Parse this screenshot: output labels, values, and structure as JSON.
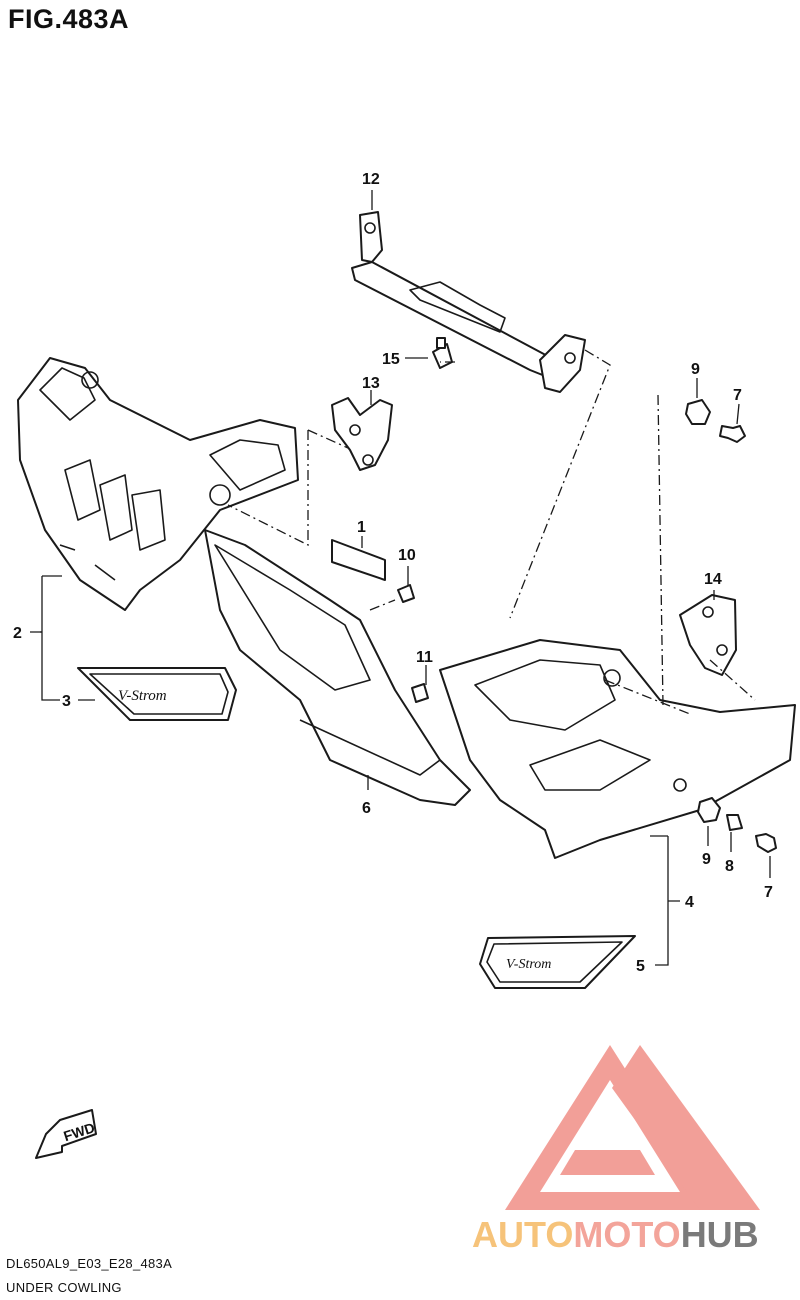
{
  "figure": {
    "title": "FIG.483A",
    "code": "DL650AL9_E03_E28_483A",
    "name": "UNDER COWLING"
  },
  "callouts": {
    "c1": "1",
    "c2": "2",
    "c3": "3",
    "c4": "4",
    "c5": "5",
    "c6": "6",
    "c7a": "7",
    "c7b": "7",
    "c8": "8",
    "c9a": "9",
    "c9b": "9",
    "c10": "10",
    "c11": "11",
    "c12": "12",
    "c13": "13",
    "c14": "14",
    "c15": "15"
  },
  "emblem_text": {
    "left": "V-Strom",
    "right": "V-Strom"
  },
  "fwd_arrow": "FWD",
  "watermark": {
    "part1": "AUTO",
    "part2": "MOTO",
    "part3": "HUB",
    "triangle_color": "#f08f87",
    "auto_color": "#f6c37a",
    "hub_color": "#7a7a7a"
  }
}
